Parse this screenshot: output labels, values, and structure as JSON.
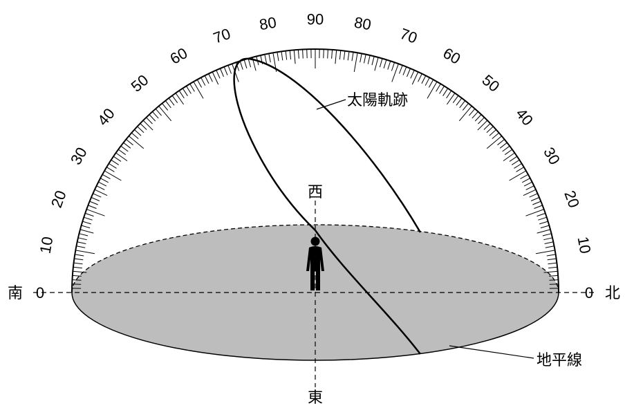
{
  "directions": {
    "south": "南",
    "north": "北",
    "west": "西",
    "east": "東"
  },
  "labels": {
    "sun_path": "太陽軌跡",
    "horizon": "地平線"
  },
  "scale": {
    "zero_left": "0",
    "zero_right": "0",
    "left_labels": [
      "10",
      "20",
      "30",
      "40",
      "50",
      "60",
      "70",
      "80"
    ],
    "top_label": "90",
    "right_labels": [
      "80",
      "70",
      "60",
      "50",
      "40",
      "30",
      "20",
      "10"
    ]
  },
  "colors": {
    "horizon_fill": "#bdbdbd",
    "line": "#000000"
  }
}
